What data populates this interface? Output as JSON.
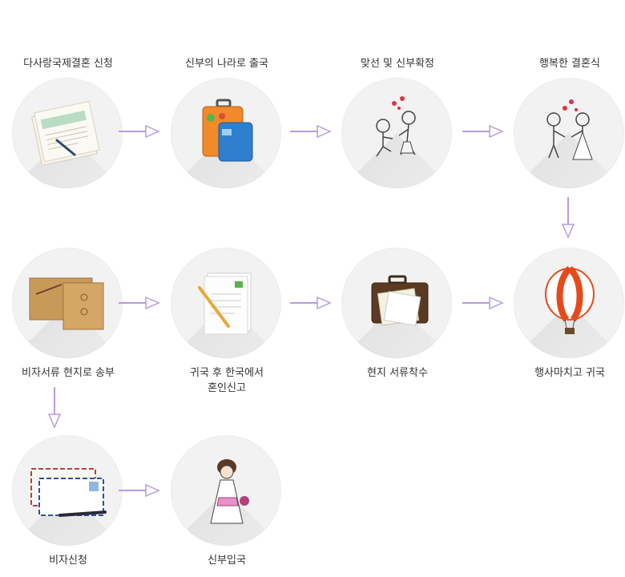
{
  "steps": [
    {
      "label": "다사랑국제결혼 신청",
      "icon": "documents-pen-icon"
    },
    {
      "label": "신부의 나라로 출국",
      "icon": "suitcases-icon"
    },
    {
      "label": "맞선 및 신부확정",
      "icon": "proposal-couple-icon"
    },
    {
      "label": "행복한 결혼식",
      "icon": "wedding-couple-icon"
    },
    {
      "label": "비자서류 현지로 송부",
      "icon": "confidential-envelopes-icon"
    },
    {
      "label": "귀국 후 한국에서\n혼인신고",
      "icon": "paper-pencil-icon"
    },
    {
      "label": "현지 서류착수",
      "icon": "briefcase-papers-icon"
    },
    {
      "label": "행사마치고 귀국",
      "icon": "hot-air-balloon-icon"
    },
    {
      "label": "비자신청",
      "icon": "airmail-envelope-icon"
    },
    {
      "label": "신부입국",
      "icon": "bride-icon"
    }
  ],
  "colors": {
    "arrow": "#b79be2",
    "circle": "#f2f2f2",
    "text": "#333333"
  }
}
